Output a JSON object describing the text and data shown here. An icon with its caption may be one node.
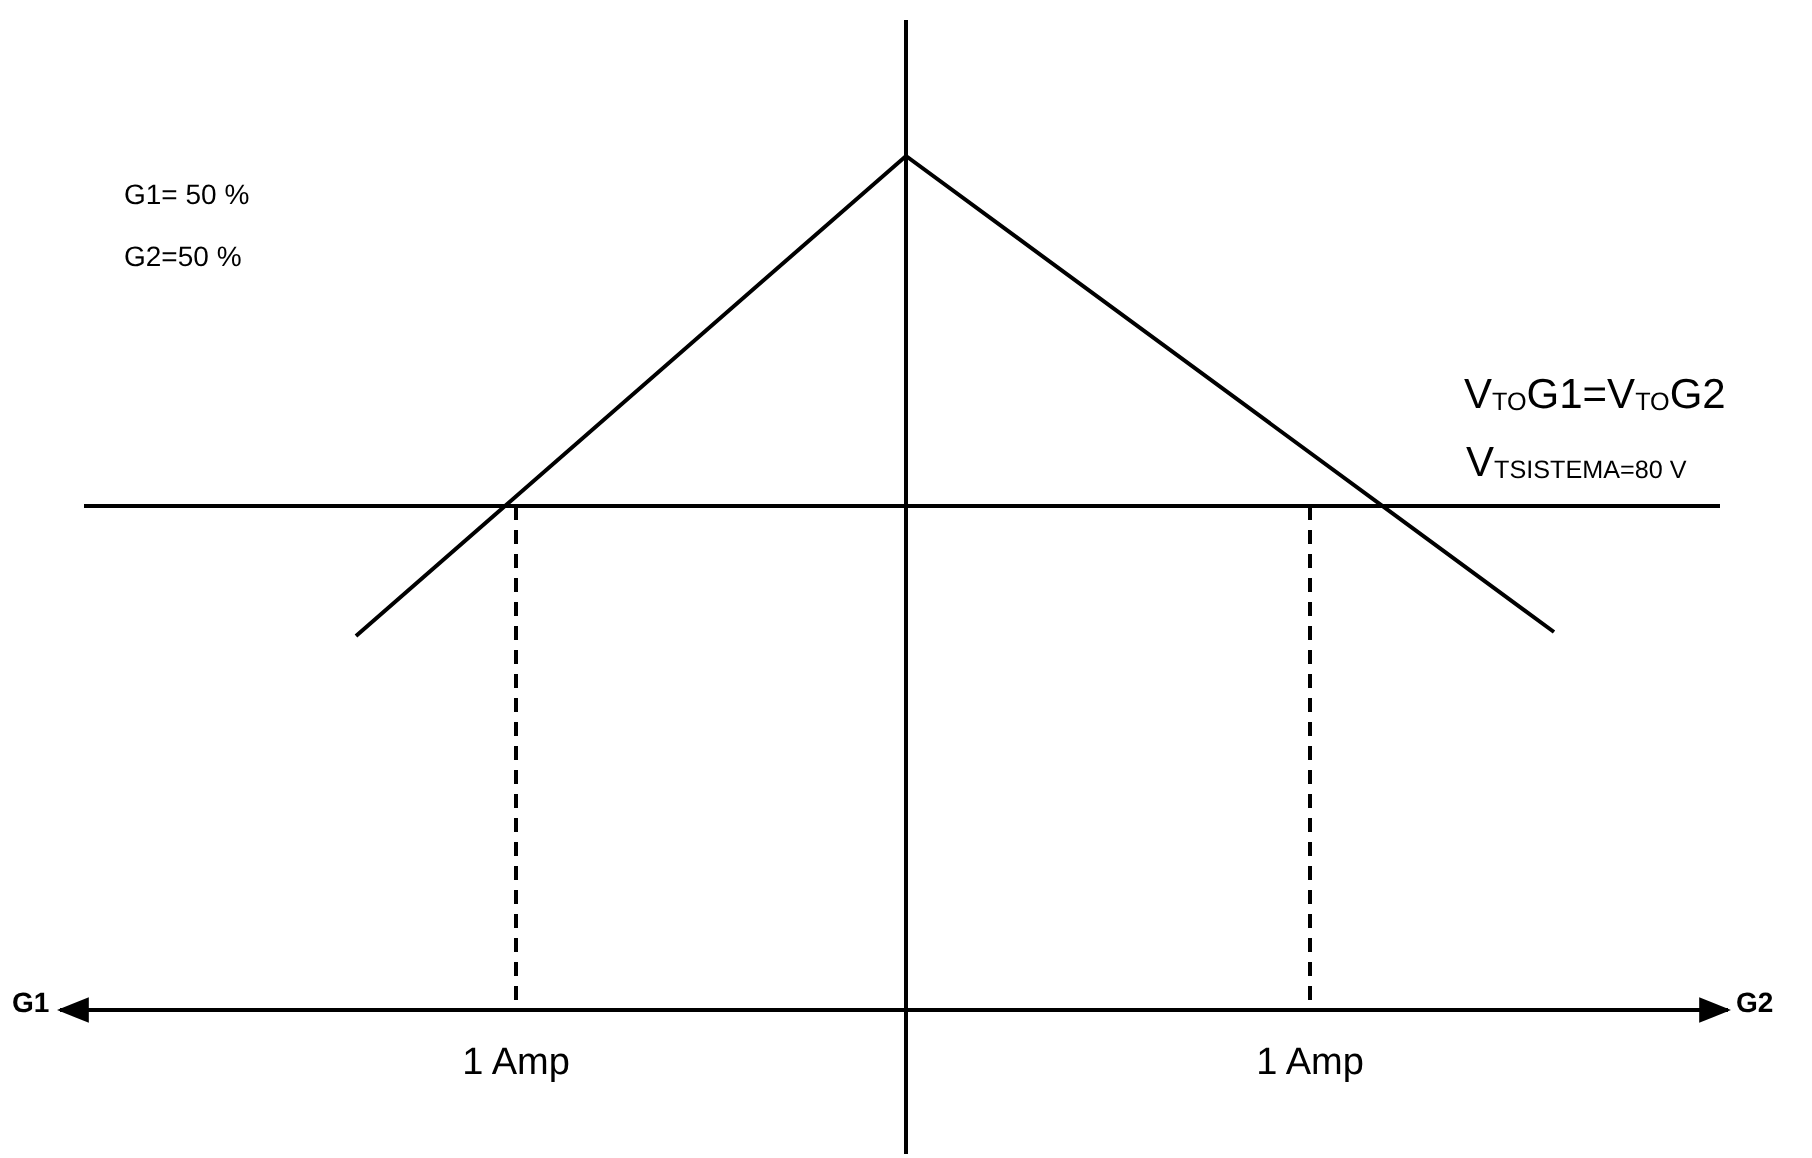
{
  "diagram": {
    "labels": [
      "G1= 50 %",
      "G2=50 %",
      "V$_{TO}$G1=V$_{TO}$G2",
      "V$_{TSISTEMA=80 V}$",
      "G1",
      "G2",
      "1 Amp",
      "1 Amp"
    ]
  }
}
